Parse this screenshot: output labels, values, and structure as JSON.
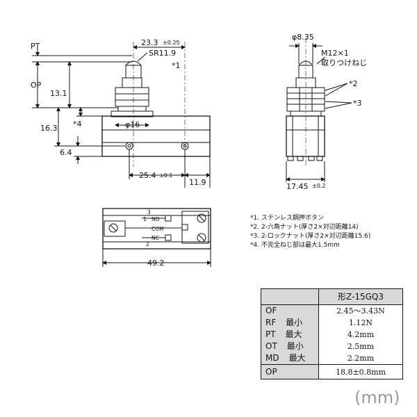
{
  "front_view": {
    "pt": "PT",
    "op": "OP",
    "dim_23_3": "23.3",
    "tol_23_3": "±0.25",
    "sr": "SR11.9",
    "ref1": "*1",
    "dim_13_1": "13.1",
    "dim_16_3": "16.3",
    "ref4": "*4",
    "phi16": "φ16",
    "dim_6_4": "6.4",
    "dim_25_4": "25.4",
    "tol_25_4": "±0.1",
    "dim_11_9": "11.9"
  },
  "side_view": {
    "phi835": "φ8.35",
    "thread": "M12×1",
    "mount": "取りつけねじ",
    "ref2": "*2",
    "ref3": "*3",
    "dim_17_45": "17.45",
    "tol_17_45": "±0.2"
  },
  "terminal_view": {
    "n3": "3",
    "n1": "1",
    "n2": "2",
    "no": "NO",
    "com": "COM",
    "nc": "NC",
    "dim_49_2": "49.2"
  },
  "notes": [
    "*1. ステンレス鋼押ボタン",
    "*2. 2-六角ナット(厚さ2×対辺距離14)",
    "*3. 2-ロックナット(厚さ2×対辺距離15.6)",
    "*4. 不完全ねじ部は最大1.5mm"
  ],
  "spec_table": {
    "model": "形Z-15GQ3",
    "rows": [
      {
        "label": "OF",
        "sub": "",
        "value": "2.45〜3.43N"
      },
      {
        "label": "RF",
        "sub": "最小",
        "value": "1.12N"
      },
      {
        "label": "PT",
        "sub": "最大",
        "value": "4.2mm"
      },
      {
        "label": "OT",
        "sub": "最小",
        "value": "2.5mm"
      },
      {
        "label": "MD",
        "sub": "最大",
        "value": "2.2mm"
      },
      {
        "label": "OP",
        "sub": "",
        "value": "18.8±0.8mm"
      }
    ]
  },
  "unit": "(mm)",
  "colors": {
    "line": "#111111",
    "table_header": "#d9d9d9",
    "unit_text": "#9a9a9a"
  }
}
